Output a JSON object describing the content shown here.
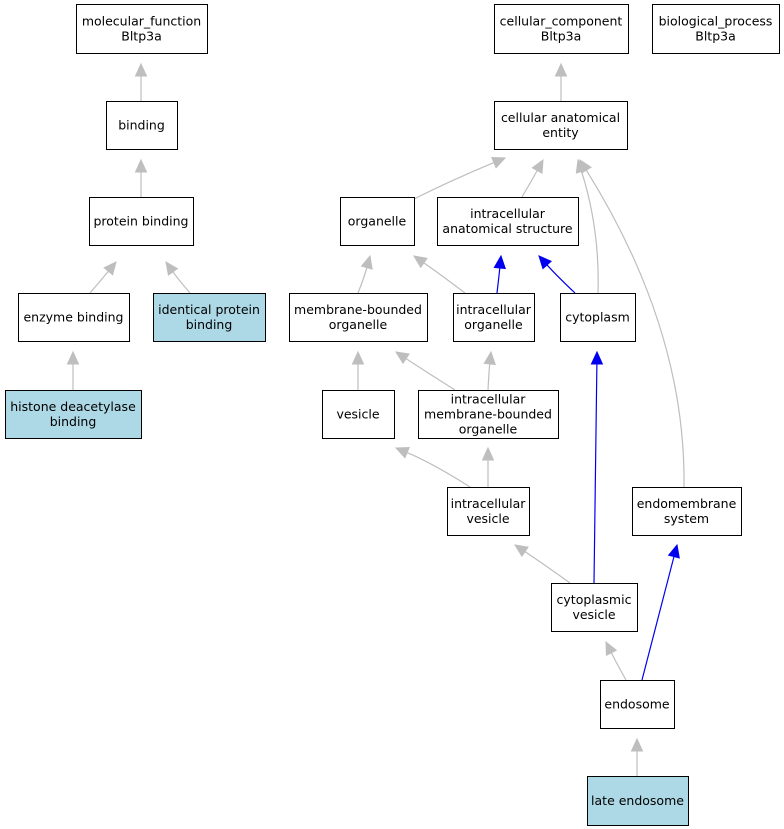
{
  "colors": {
    "background": "#ffffff",
    "node_default": "#ffffff",
    "node_highlight": "#add8e6",
    "edge_default": "#bebebe",
    "edge_highlight": "#0000ee"
  },
  "nodes": [
    {
      "id": "mf",
      "lines": [
        "molecular_function",
        "Bltp3a"
      ],
      "highlight": false
    },
    {
      "id": "cc",
      "lines": [
        "cellular_component",
        "Bltp3a"
      ],
      "highlight": false
    },
    {
      "id": "bp",
      "lines": [
        "biological_process",
        "Bltp3a"
      ],
      "highlight": false
    },
    {
      "id": "binding",
      "lines": [
        "binding"
      ],
      "highlight": false
    },
    {
      "id": "cae",
      "lines": [
        "cellular anatomical",
        "entity"
      ],
      "highlight": false
    },
    {
      "id": "protbind",
      "lines": [
        "protein binding"
      ],
      "highlight": false
    },
    {
      "id": "organelle",
      "lines": [
        "organelle"
      ],
      "highlight": false
    },
    {
      "id": "ias",
      "lines": [
        "intracellular",
        "anatomical structure"
      ],
      "highlight": false
    },
    {
      "id": "enzbind",
      "lines": [
        "enzyme binding"
      ],
      "highlight": false
    },
    {
      "id": "identical",
      "lines": [
        "identical protein",
        "binding"
      ],
      "highlight": true
    },
    {
      "id": "mbo",
      "lines": [
        "membrane-bounded",
        "organelle"
      ],
      "highlight": false
    },
    {
      "id": "io",
      "lines": [
        "intracellular",
        "organelle"
      ],
      "highlight": false
    },
    {
      "id": "cytoplasm",
      "lines": [
        "cytoplasm"
      ],
      "highlight": false
    },
    {
      "id": "hdb",
      "lines": [
        "histone deacetylase",
        "binding"
      ],
      "highlight": true
    },
    {
      "id": "vesicle",
      "lines": [
        "vesicle"
      ],
      "highlight": false
    },
    {
      "id": "imbo",
      "lines": [
        "intracellular",
        "membrane-bounded",
        "organelle"
      ],
      "highlight": false
    },
    {
      "id": "iv",
      "lines": [
        "intracellular",
        "vesicle"
      ],
      "highlight": false
    },
    {
      "id": "endomem",
      "lines": [
        "endomembrane",
        "system"
      ],
      "highlight": false
    },
    {
      "id": "cv",
      "lines": [
        "cytoplasmic",
        "vesicle"
      ],
      "highlight": false
    },
    {
      "id": "endosome",
      "lines": [
        "endosome"
      ],
      "highlight": false
    },
    {
      "id": "late",
      "lines": [
        "late endosome"
      ],
      "highlight": true
    }
  ],
  "edges": [
    {
      "from": "binding",
      "to": "mf",
      "highlight": false
    },
    {
      "from": "protbind",
      "to": "binding",
      "highlight": false
    },
    {
      "from": "enzbind",
      "to": "protbind",
      "highlight": false
    },
    {
      "from": "identical",
      "to": "protbind",
      "highlight": false
    },
    {
      "from": "hdb",
      "to": "enzbind",
      "highlight": false
    },
    {
      "from": "cae",
      "to": "cc",
      "highlight": false
    },
    {
      "from": "organelle",
      "to": "cae",
      "highlight": false
    },
    {
      "from": "ias",
      "to": "cae",
      "highlight": false
    },
    {
      "from": "cytoplasm",
      "to": "cae",
      "highlight": false
    },
    {
      "from": "endomem",
      "to": "cae",
      "highlight": false
    },
    {
      "from": "mbo",
      "to": "organelle",
      "highlight": false
    },
    {
      "from": "io",
      "to": "organelle",
      "highlight": false
    },
    {
      "from": "io",
      "to": "ias",
      "highlight": true
    },
    {
      "from": "cytoplasm",
      "to": "ias",
      "highlight": true
    },
    {
      "from": "vesicle",
      "to": "mbo",
      "highlight": false
    },
    {
      "from": "imbo",
      "to": "mbo",
      "highlight": false
    },
    {
      "from": "imbo",
      "to": "io",
      "highlight": false
    },
    {
      "from": "iv",
      "to": "vesicle",
      "highlight": false
    },
    {
      "from": "iv",
      "to": "imbo",
      "highlight": false
    },
    {
      "from": "cv",
      "to": "iv",
      "highlight": false
    },
    {
      "from": "cv",
      "to": "cytoplasm",
      "highlight": true
    },
    {
      "from": "endosome",
      "to": "cv",
      "highlight": false
    },
    {
      "from": "endosome",
      "to": "endomem",
      "highlight": true
    },
    {
      "from": "late",
      "to": "endosome",
      "highlight": false
    }
  ]
}
